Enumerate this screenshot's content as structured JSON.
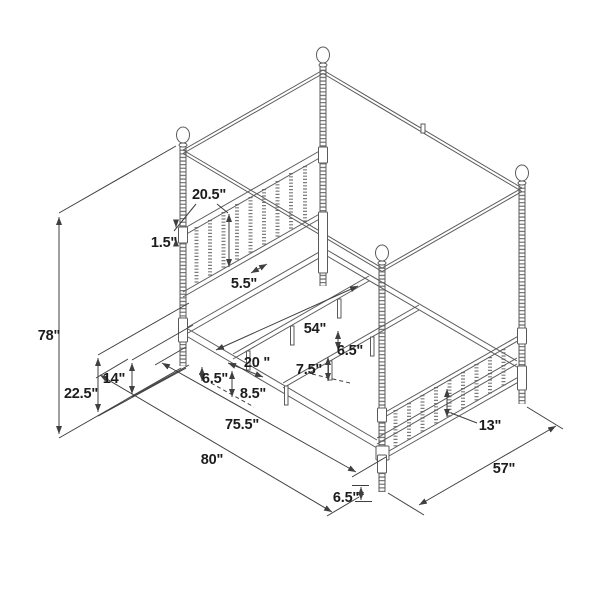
{
  "diagram": {
    "subject": "canopy-bed-frame-dimension-drawing",
    "view": "isometric line drawing",
    "unit": "inches",
    "colors": {
      "background": "#ffffff",
      "structure_line": "#5a5a5a",
      "bead_texture": "#7a7a7a",
      "dimension_line": "#3f3f3f",
      "label_text": "#1c1c1c"
    },
    "labels": {
      "overall_height": {
        "text": "78\""
      },
      "frame_top_height": {
        "text": "22.5\""
      },
      "rail_height": {
        "text": "14\""
      },
      "headboard_spindle_length": {
        "text": "20.5\""
      },
      "rail_thickness": {
        "text": "1.5\""
      },
      "spindle_spacing": {
        "text": "5.5\""
      },
      "slat_rail_length": {
        "text": "54\""
      },
      "slat_rail_spacing": {
        "text": "20 \""
      },
      "leg_height_left": {
        "text": "6.5\""
      },
      "side_rail_clearance": {
        "text": "8.5\""
      },
      "center_leg_clearance": {
        "text": "7.5\""
      },
      "center_leg_height": {
        "text": "6.5\""
      },
      "side_rail_length": {
        "text": "75.5\""
      },
      "overall_length": {
        "text": "80\""
      },
      "post_foot_height": {
        "text": "6.5\""
      },
      "footboard_spindle_length": {
        "text": "13\""
      },
      "overall_width": {
        "text": "57\""
      }
    }
  }
}
